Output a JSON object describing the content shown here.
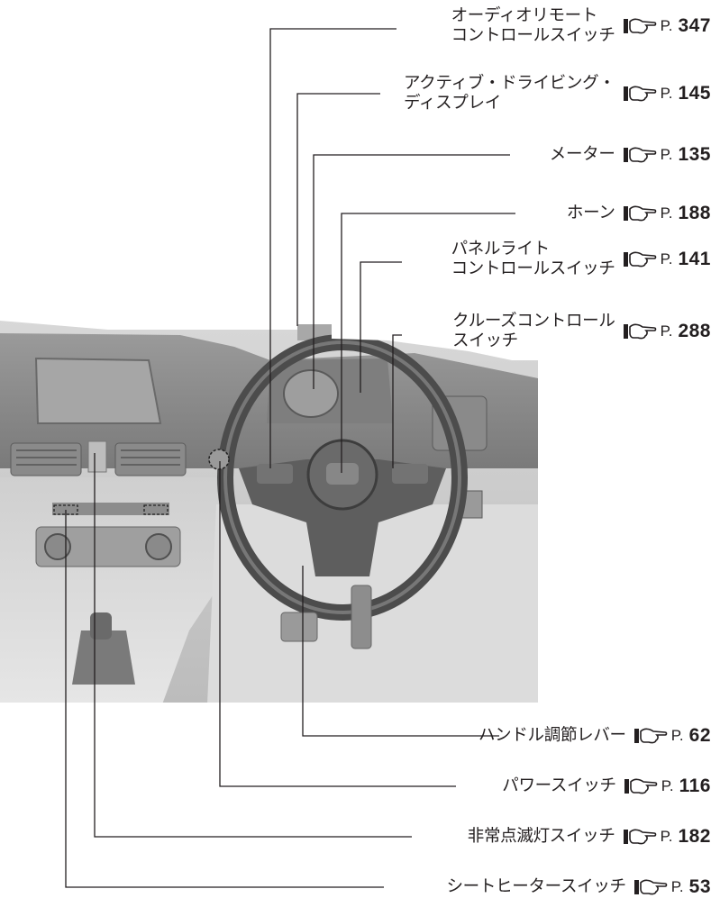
{
  "callouts": [
    {
      "id": "audio-remote",
      "lines": [
        "オーディオリモート",
        "コントロールスイッチ"
      ],
      "page_prefix": "P.",
      "page": "347"
    },
    {
      "id": "active-driving-display",
      "lines": [
        "アクティブ・ドライビング・",
        "ディスプレイ"
      ],
      "page_prefix": "P.",
      "page": "145"
    },
    {
      "id": "meter",
      "lines": [
        "メーター"
      ],
      "page_prefix": "P.",
      "page": "135"
    },
    {
      "id": "horn",
      "lines": [
        "ホーン"
      ],
      "page_prefix": "P.",
      "page": "188"
    },
    {
      "id": "panel-light",
      "lines": [
        "パネルライト",
        "コントロールスイッチ"
      ],
      "page_prefix": "P.",
      "page": "141"
    },
    {
      "id": "cruise-control",
      "lines": [
        "クルーズコントロール",
        "スイッチ"
      ],
      "page_prefix": "P.",
      "page": "288"
    },
    {
      "id": "steering-adjust",
      "lines": [
        "ハンドル調節レバー"
      ],
      "page_prefix": "P.",
      "page": "62"
    },
    {
      "id": "power-switch",
      "lines": [
        "パワースイッチ"
      ],
      "page_prefix": "P.",
      "page": "116"
    },
    {
      "id": "hazard",
      "lines": [
        "非常点滅灯スイッチ"
      ],
      "page_prefix": "P.",
      "page": "182"
    },
    {
      "id": "seat-heater",
      "lines": [
        "シートヒータースイッチ"
      ],
      "page_prefix": "P.",
      "page": "53"
    }
  ],
  "icons": {
    "reference": "pointing-hand-icon"
  },
  "colors": {
    "text": "#231f20",
    "leader": "#231f20",
    "interior_light": "#d9d9d9",
    "interior_dark": "#6e6e6e"
  }
}
